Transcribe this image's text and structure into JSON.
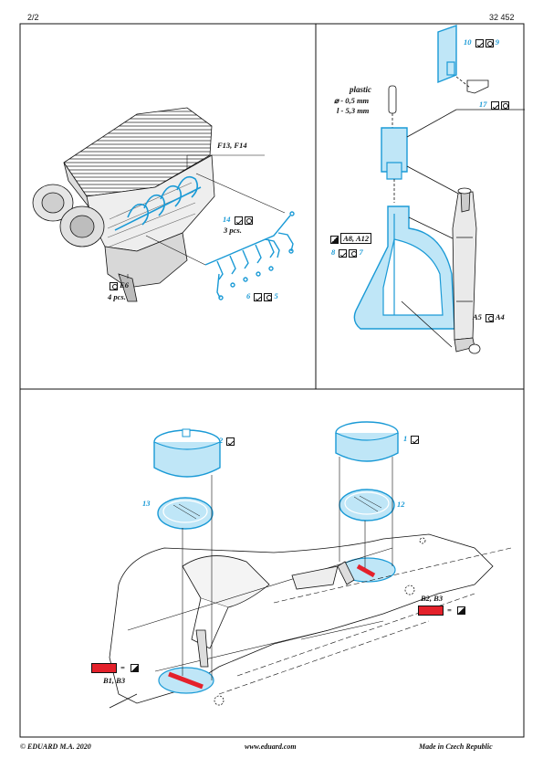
{
  "header": {
    "page": "2/2",
    "code": "32 452"
  },
  "footer": {
    "copyright": "© EDUARD  M.A. 2020",
    "url": "www.eduard.com",
    "origin": "Made in Czech Republic"
  },
  "colors": {
    "etch_blue": "#1a9ad6",
    "etch_fill": "#bfe6f7",
    "red": "#e4212b",
    "line": "#111111"
  },
  "engine_panel": {
    "label_f13": "F13, F14",
    "label_14": "14",
    "label_14_pcs": "3 pcs.",
    "label_e6": "E6",
    "label_e6_pcs": "4 pcs.",
    "label_6": "6",
    "label_5": "5"
  },
  "tube_panel": {
    "plastic_title": "plastic",
    "plastic_diameter": "⌀ - 0,5 mm",
    "plastic_length": "l - 5,3 mm",
    "label_10": "10",
    "label_9": "9",
    "label_17": "17",
    "label_a8": "A8, A12",
    "label_8": "8",
    "label_7": "7",
    "label_a5": "A5",
    "label_a4": "A4"
  },
  "canopy_panel": {
    "label_2": "2",
    "label_1": "1",
    "label_13": "13",
    "label_12": "12",
    "paint_b2": "B2, B3",
    "paint_b1": "B1, B3",
    "equals": "="
  }
}
